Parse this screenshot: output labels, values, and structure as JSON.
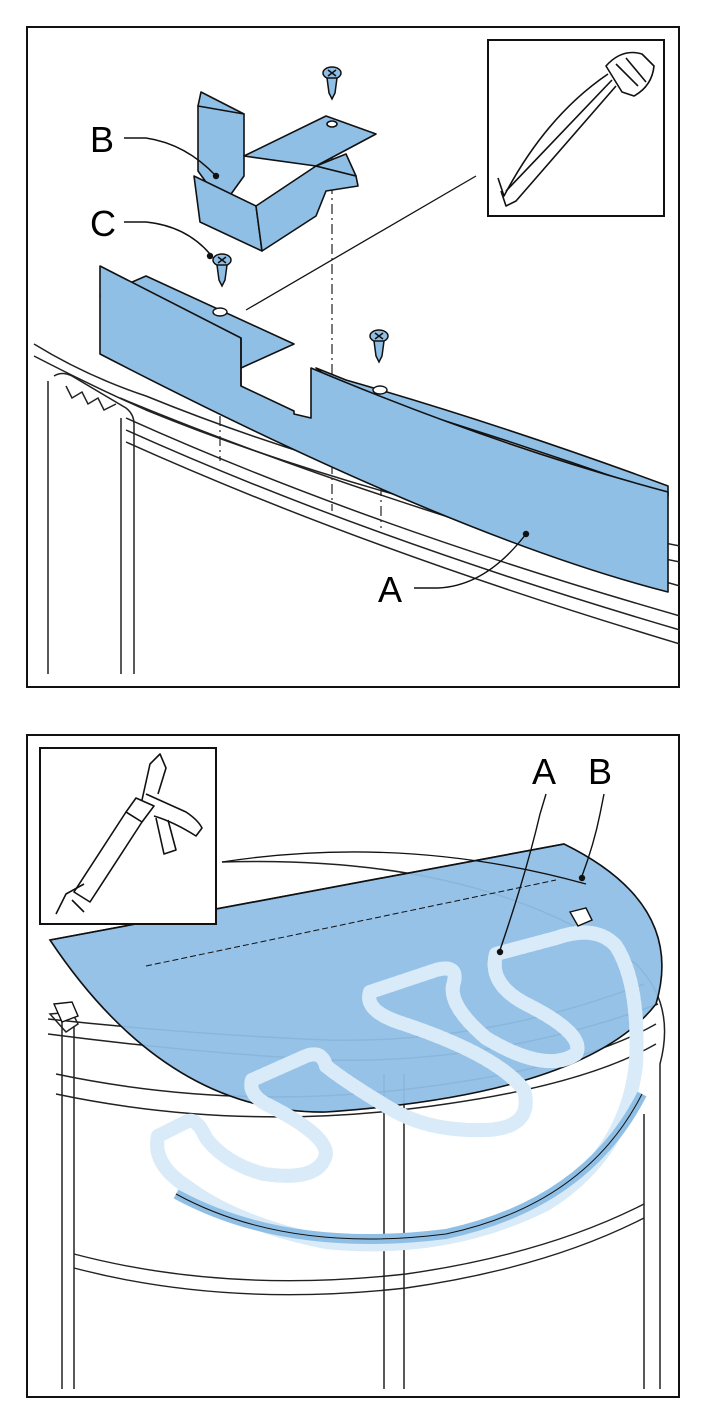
{
  "colors": {
    "part_fill": "#90bfe6",
    "part_stroke": "#111111",
    "line": "#222222",
    "sealant": "#d9ebf8",
    "background": "#ffffff"
  },
  "top_panel": {
    "callouts": {
      "a": "A",
      "b": "B",
      "c": "C"
    },
    "inset_tool": "hacksaw-icon",
    "screws": 3
  },
  "bottom_panel": {
    "callouts": {
      "a": "A",
      "b": "B"
    },
    "inset_tool": "caulking-gun-icon"
  }
}
